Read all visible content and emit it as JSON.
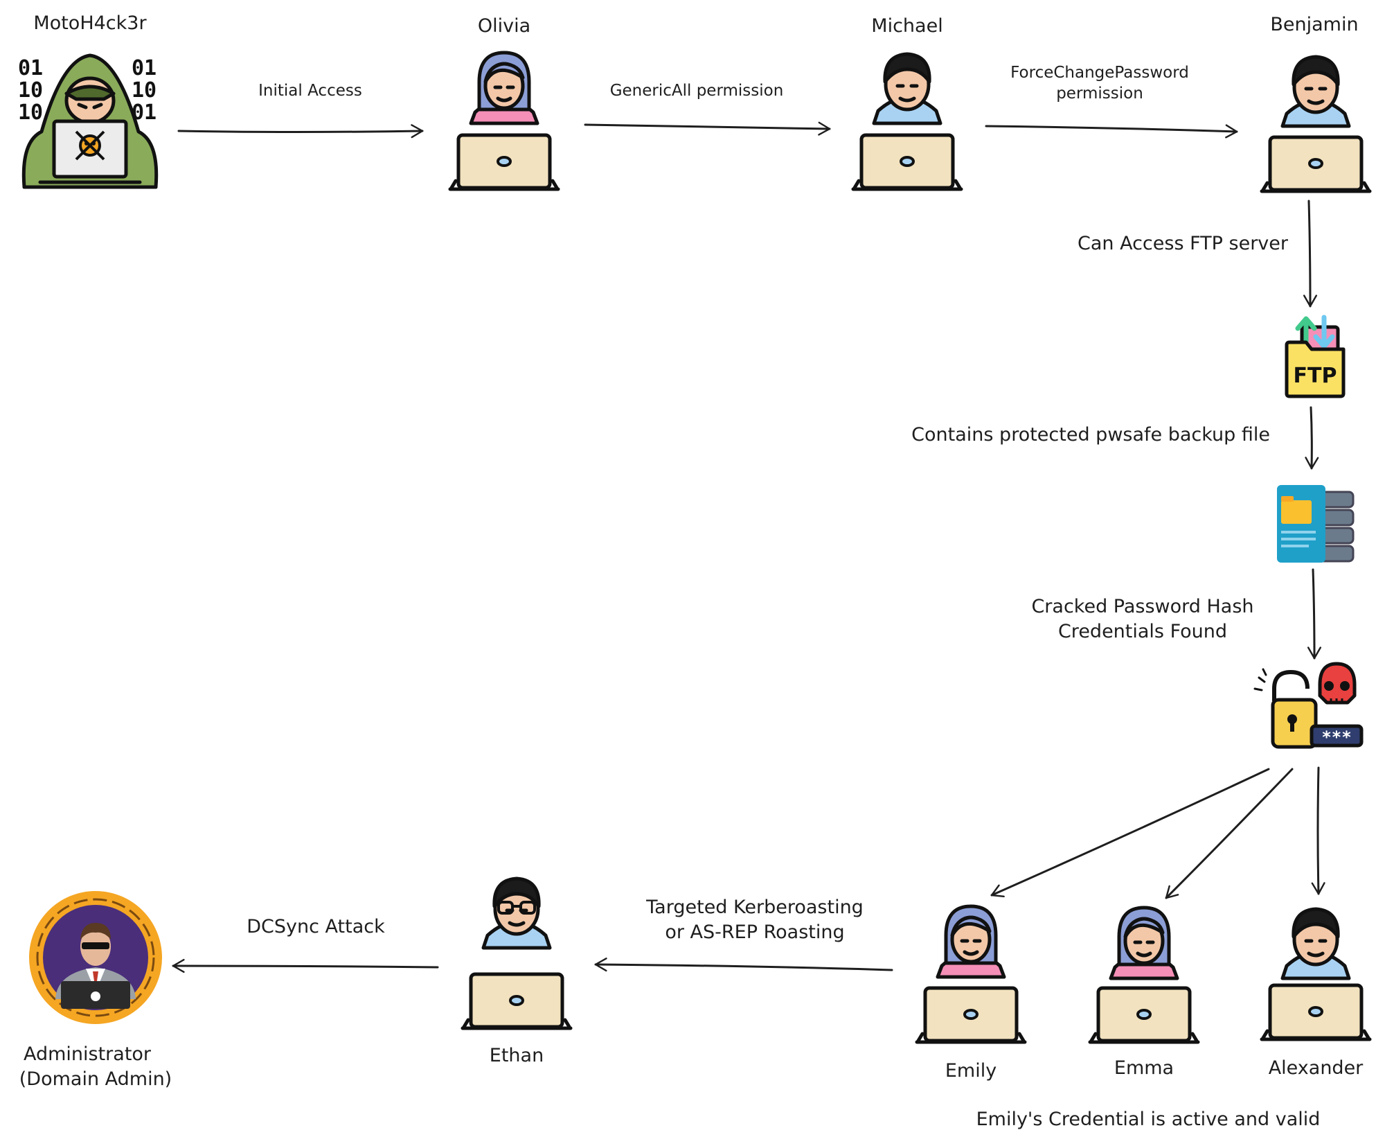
{
  "nodes": {
    "attacker": "MotoH4ck3r",
    "olivia": "Olivia",
    "michael": "Michael",
    "benjamin": "Benjamin",
    "ethan": "Ethan",
    "emily": "Emily",
    "emma": "Emma",
    "alexander": "Alexander",
    "admin_line1": "Administrator",
    "admin_line2": "(Domain Admin)"
  },
  "attacker_binary": [
    "01",
    "10",
    "10",
    "01",
    "10",
    "01"
  ],
  "ftp_badge": "FTP",
  "password_mask": "***",
  "edges": {
    "initial_access": "Initial Access",
    "genericall": "GenericAll permission",
    "forcechange_line1": "ForceChangePassword",
    "forcechange_line2": "permission",
    "ftp_access": "Can Access FTP server",
    "pwsafe": "Contains protected pwsafe backup file",
    "cracked_line1": "Cracked Password Hash",
    "cracked_line2": "Credentials Found",
    "kerberoast_line1": "Targeted Kerberoasting",
    "kerberoast_line2": "or AS-REP Roasting",
    "dcsync": "DCSync Attack"
  },
  "footer_note": "Emily's Credential is active and valid",
  "colors": {
    "stroke": "#1e1e1e",
    "laptop": "#f2e2bf",
    "skin": "#f3c8a8",
    "hair_dark": "#1b1b1b",
    "hair_female": "#8c9ed6",
    "hoodie": "#8aab5a",
    "ftp_folder": "#fbe163",
    "ftp_up": "#42c98c",
    "ftp_down": "#f58fb7",
    "lock": "#f6cf4f",
    "skull": "#e8413f",
    "server": "#1fa0c9",
    "admin_ring": "#f5a623",
    "admin_bg": "#4a2e7a"
  }
}
